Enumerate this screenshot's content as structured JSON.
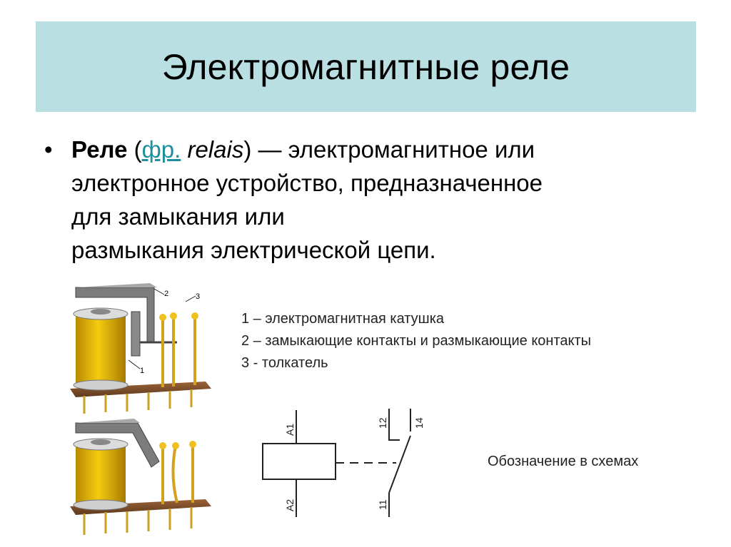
{
  "title": "Электромагнитные реле",
  "definition": {
    "term": "Реле",
    "open_paren": "(",
    "abbr_link": "фр.",
    "foreign_word": "relais",
    "line1_rest": ") — электромагнитное или",
    "line2": "электронное устройство, предназначенное",
    "line3": "для замыкания или",
    "line4": "размыкания электрической цепи."
  },
  "legend": [
    "1 – электромагнитная катушка",
    "2 – замыкающие контакты и размыкающие контакты",
    "3 - толкатель"
  ],
  "illustration_labels": {
    "coil": "1",
    "contacts": "2",
    "pusher": "3"
  },
  "schematic": {
    "coil_top": "A1",
    "coil_bottom": "A2",
    "contact_12": "12",
    "contact_14": "14",
    "contact_11": "11"
  },
  "caption": "Обозначение в схемах",
  "colors": {
    "title_band": "#b9dfe3",
    "link": "#1f8fa0",
    "coil": "#e8b400",
    "base": "#7a4a2a",
    "pins": "#d4a020"
  }
}
